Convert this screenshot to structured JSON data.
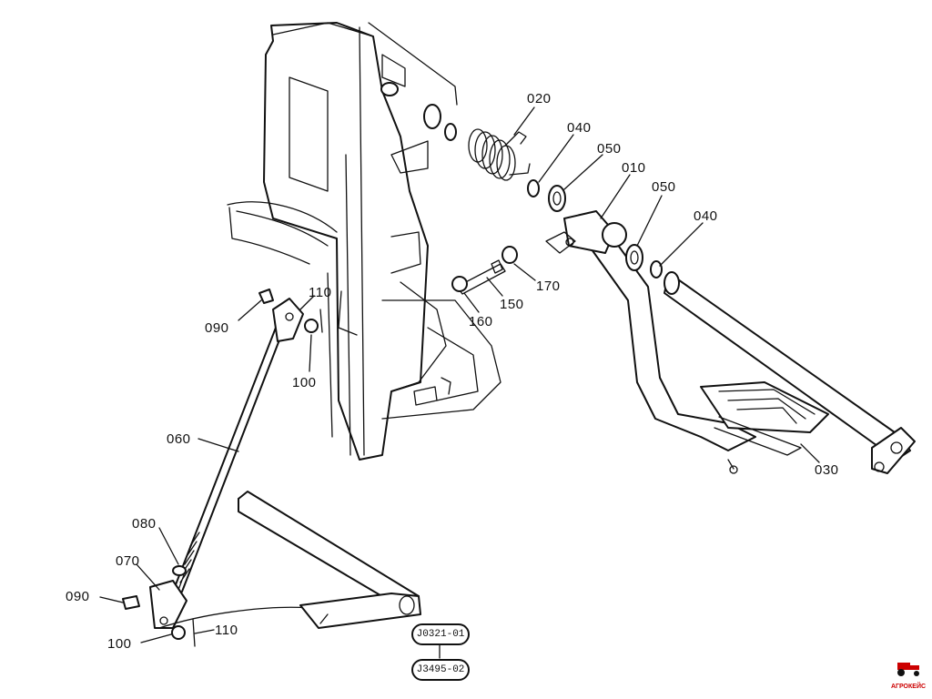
{
  "diagram": {
    "callouts": [
      {
        "id": "020",
        "text": "020"
      },
      {
        "id": "040a",
        "text": "040"
      },
      {
        "id": "050a",
        "text": "050"
      },
      {
        "id": "010",
        "text": "010"
      },
      {
        "id": "050b",
        "text": "050"
      },
      {
        "id": "040b",
        "text": "040"
      },
      {
        "id": "170",
        "text": "170"
      },
      {
        "id": "150",
        "text": "150"
      },
      {
        "id": "160",
        "text": "160"
      },
      {
        "id": "110a",
        "text": "110"
      },
      {
        "id": "090a",
        "text": "090"
      },
      {
        "id": "100a",
        "text": "100"
      },
      {
        "id": "060",
        "text": "060"
      },
      {
        "id": "030",
        "text": "030"
      },
      {
        "id": "080",
        "text": "080"
      },
      {
        "id": "070",
        "text": "070"
      },
      {
        "id": "090b",
        "text": "090"
      },
      {
        "id": "110b",
        "text": "110"
      },
      {
        "id": "100b",
        "text": "100"
      }
    ],
    "reference_badges": [
      "J0321-01",
      "J3495-02"
    ],
    "logo_text": "АГРОКЕЙС"
  }
}
